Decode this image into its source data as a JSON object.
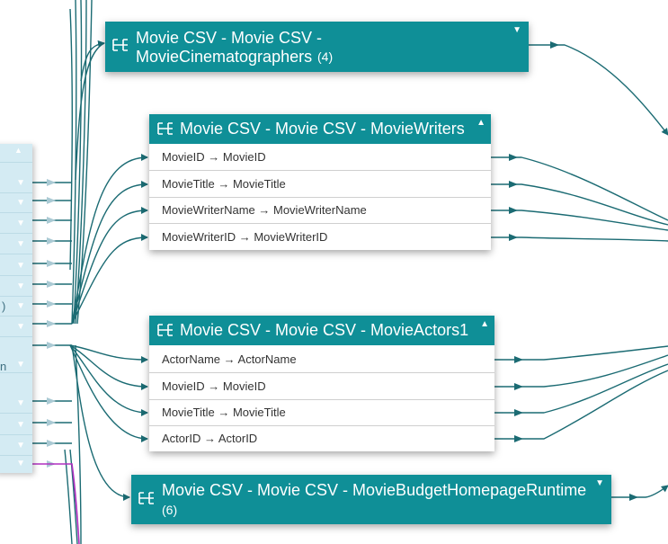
{
  "colors": {
    "edge": "#1b6b73",
    "header": "#0f8f97",
    "source_panel": "#d4ebf3",
    "highlight_edge": "#b030c0"
  },
  "source_panel": {
    "fragments": [
      {
        "row": 6,
        "text": ")"
      },
      {
        "row": 8,
        "text": "n"
      }
    ]
  },
  "nodes": {
    "cinematographers": {
      "title": "Movie CSV - Movie CSV - MovieCinematographers",
      "count": "(4)",
      "state": "collapsed"
    },
    "writers": {
      "title": "Movie CSV - Movie CSV - MovieWriters",
      "state": "expanded",
      "rows": [
        "MovieID → MovieID",
        "MovieTitle → MovieTitle",
        "MovieWriterName → MovieWriterName",
        "MovieWriterID → MovieWriterID"
      ]
    },
    "actors": {
      "title": "Movie CSV - Movie CSV - MovieActors1",
      "state": "expanded",
      "rows": [
        "ActorName → ActorName",
        "MovieID → MovieID",
        "MovieTitle → MovieTitle",
        "ActorID → ActorID"
      ]
    },
    "budget": {
      "title": "Movie CSV - Movie CSV - MovieBudgetHomepageRuntime",
      "count": "(6)",
      "state": "collapsed"
    }
  },
  "icons": {
    "table": "table-icon",
    "collapsed": "caret-down-icon",
    "expanded": "caret-up-icon"
  }
}
